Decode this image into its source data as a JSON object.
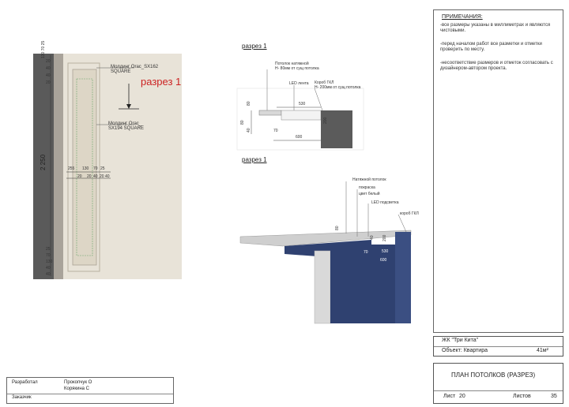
{
  "left_drawing": {
    "section_label": "разрез 1",
    "molding_top": [
      "Молдинг Orac_SX162",
      "SQUARE"
    ],
    "molding_bottom": [
      "Молдинг Orac_",
      "SX194 SQUARE"
    ],
    "dim_top_stack": [
      "130",
      "70",
      "25",
      "20",
      "40",
      "40",
      "20"
    ],
    "dim_height": "2 250",
    "dim_bottom_stack": [
      "25",
      "70",
      "130",
      "40",
      "40",
      "20",
      "20"
    ],
    "dim_h_top": [
      "255",
      "130",
      "70",
      "25"
    ],
    "dim_h_bottom": [
      "20",
      "20",
      "40",
      "20",
      "40"
    ]
  },
  "section_top": {
    "title": "разрез 1",
    "label_ceiling": [
      "Потолок натяжной",
      "H- 80мм от сущ потолка"
    ],
    "label_led": "LED лента",
    "label_box": [
      "Короб ГКЛ",
      "H- 200мм от сущ потолка"
    ],
    "dim_530": "530",
    "dim_80": "80",
    "dim_40": "40",
    "dim_80b": "80",
    "dim_70": "70",
    "dim_200": "200",
    "dim_600": "600"
  },
  "section_bottom": {
    "title": "разрез 1",
    "label_ceiling": "Натяжной потолок",
    "label_paint": "покраска",
    "label_color": "цвет белый",
    "label_led": "LED подсветка",
    "label_box": "короб ГКЛ",
    "dim_80": "80",
    "dim_40": "40",
    "dim_200": "200",
    "dim_70": "70",
    "dim_530": "530",
    "dim_600": "600"
  },
  "notes": {
    "title": "ПРИМЕЧАНИЯ:",
    "items": [
      "-все размеры указаны в миллиметрах и являются чистовыми.",
      "-перед началом работ все разметки и отметки проверить по месту.",
      "-несоответствие размеров и отметок согласовать с дизайнером-автором проекта."
    ]
  },
  "project": {
    "name": "ЖК \"Три Кита\"",
    "object": "Объект: Квартира",
    "area": "41м²"
  },
  "sheet": {
    "title": "ПЛАН ПОТОЛКОВ (РАЗРЕЗ)",
    "sheet_label": "Лист",
    "sheet_number": "20",
    "sheets_label": "Листов",
    "sheets_total": "35"
  },
  "frame": {
    "developed_label": "Разработал",
    "developer1": "Прокопчук О",
    "developer2": "Корякина С",
    "customer_label": "Заказчик"
  },
  "colors": {
    "wall": "#5a5a5a",
    "wall_light": "#8a8a8a",
    "ceiling": "#e8e3d8",
    "navy": "#2f4170",
    "red": "#cc2222"
  }
}
